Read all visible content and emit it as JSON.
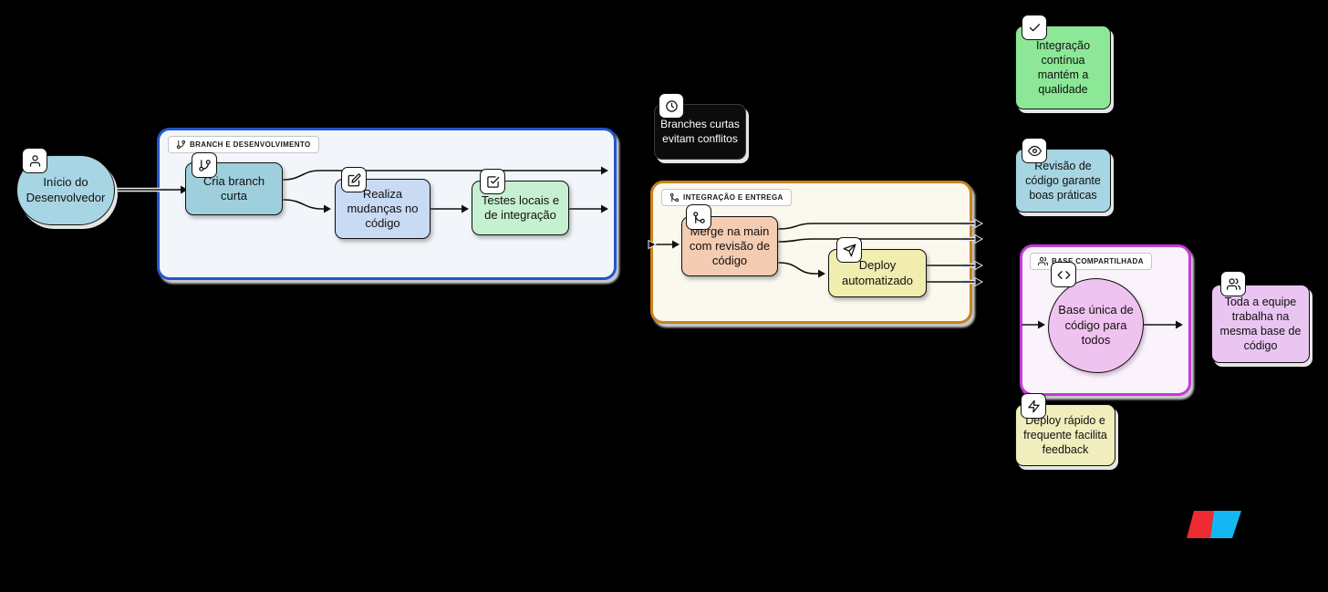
{
  "canvas": {
    "bg": "#000000"
  },
  "start": {
    "label": "Início do Desenvolvedor",
    "fill": "#A8D5E3",
    "icon": "user-icon"
  },
  "groups": {
    "branch": {
      "title": "BRANCH E DESENVOLVIMENTO",
      "icon": "git-branch-icon",
      "border": "#2156CE",
      "fill": "#F2F6FB",
      "nodes": {
        "cria": {
          "label": "Cria branch curta",
          "fill": "#9FCEDD",
          "icon": "git-branch-icon"
        },
        "realiza": {
          "label": "Realiza mudanças no código",
          "fill": "#C9DAF5",
          "icon": "edit-icon"
        },
        "testes": {
          "label": "Testes locais e de integração",
          "fill": "#C6F1D0",
          "icon": "check-square-icon"
        }
      }
    },
    "integracao": {
      "title": "INTEGRAÇÃO E ENTREGA",
      "icon": "git-merge-icon",
      "border": "#C8821E",
      "fill": "#FBF8EE",
      "nodes": {
        "merge": {
          "label": "Merge na main com revisão de código",
          "fill": "#F4CCB2",
          "icon": "git-merge-icon"
        },
        "deploy": {
          "label": "Deploy automatizado",
          "fill": "#F0EDAF",
          "icon": "send-icon"
        }
      }
    },
    "base": {
      "title": "BASE COMPARTILHADA",
      "icon": "users-icon",
      "border": "#C53BD2",
      "fill": "#FBF3FC",
      "nodes": {
        "unica": {
          "label": "Base única de código para todos",
          "fill": "#EFC3EF",
          "icon": "code-icon"
        }
      }
    }
  },
  "notes": {
    "branches_curtas": {
      "label": "Branches curtas evitam conflitos",
      "fill": "#0C0C0C",
      "text": "#FFFFFF",
      "icon": "clock-icon"
    },
    "integracao_continua": {
      "label": "Integração contínua mantém a qualidade",
      "fill": "#8CE897",
      "text": "#101010",
      "icon": "check-icon"
    },
    "revisao_codigo": {
      "label": "Revisão de código garante boas práticas",
      "fill": "#A8D5E3",
      "text": "#101010",
      "icon": "eye-icon"
    },
    "equipe_base": {
      "label": "Toda a equipe trabalha na mesma base de código",
      "fill": "#EAC5F2",
      "text": "#101010",
      "icon": "users-icon"
    },
    "deploy_rapido": {
      "label": "Deploy rápido e frequente facilita feedback",
      "fill": "#F1EEBD",
      "text": "#101010",
      "icon": "zap-icon"
    }
  },
  "logo": {
    "red": "#EE2B33",
    "cyan": "#15B7F2"
  }
}
